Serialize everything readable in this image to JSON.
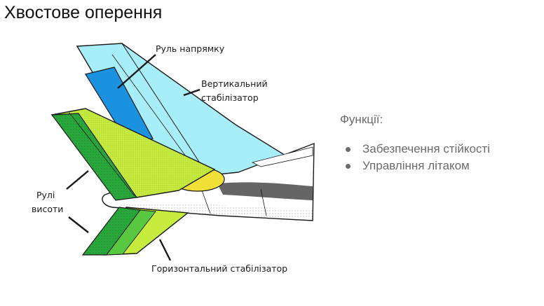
{
  "slide": {
    "title": "Хвостове оперення"
  },
  "diagram": {
    "labels": {
      "rudder": "Руль напрямку",
      "vertical_stabilizer_line1": "Вертикальний",
      "vertical_stabilizer_line2": "стабілізатор",
      "elevators_line1": "Рулі",
      "elevators_line2": "висоти",
      "horizontal_stabilizer": "Горизонтальний стабілізатор"
    },
    "colors": {
      "vertical_stabilizer": "#a8eef8",
      "rudder": "#1a92e0",
      "horizontal_stabilizer": "#c6ec3e",
      "elevator": "#28a83a",
      "elevator_light": "#58c840",
      "fairing": "#f0e038",
      "fuselage": "#ffffff",
      "outline": "#1a1a1a"
    }
  },
  "functions": {
    "heading": "Функції:",
    "items": [
      {
        "text": "Забезпечення стійкості"
      },
      {
        "text": "Управління літаком"
      }
    ]
  }
}
